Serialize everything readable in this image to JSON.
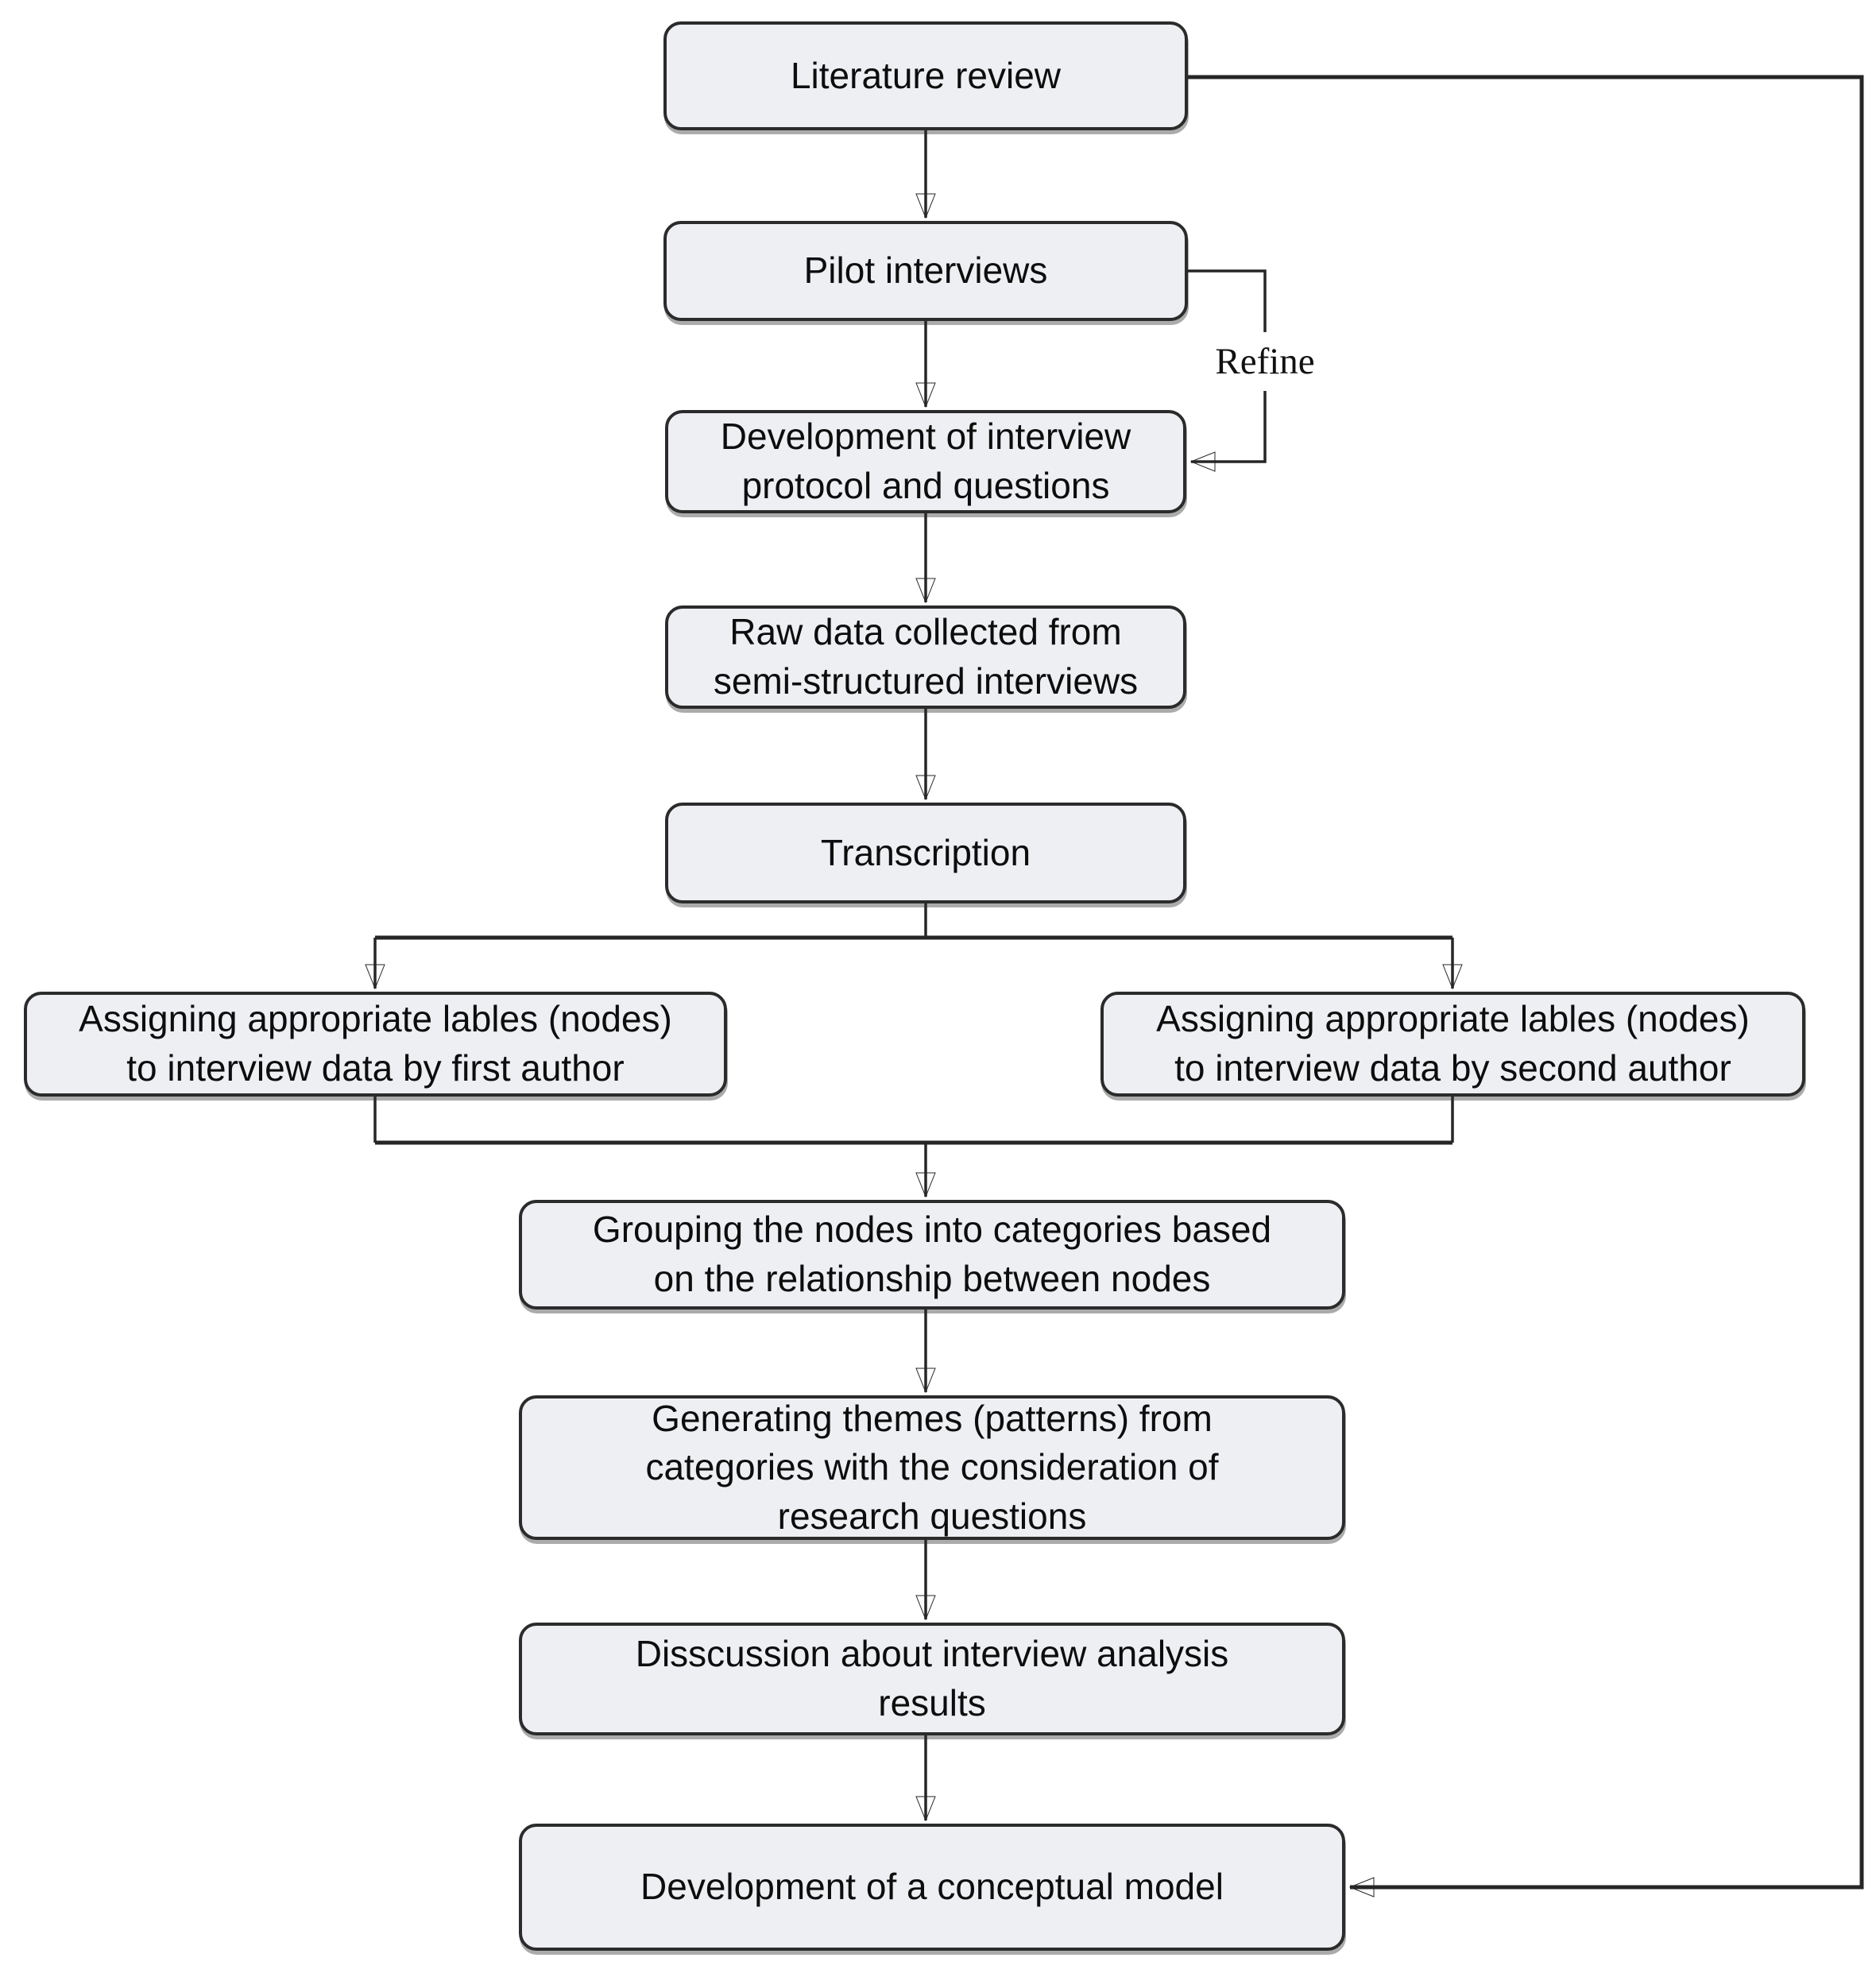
{
  "flowchart": {
    "colors": {
      "background": "#ffffff",
      "node_fill": "#edeff2",
      "node_border": "#2b2b2b",
      "line": "#262626"
    },
    "nodes": {
      "literature_review": {
        "label": "Literature review"
      },
      "pilot_interviews": {
        "label": "Pilot interviews"
      },
      "development_protocol": {
        "label": "Development of interview\nprotocol and questions"
      },
      "raw_data": {
        "label": "Raw data collected from\nsemi-structured interviews"
      },
      "transcription": {
        "label": "Transcription"
      },
      "assign_first": {
        "label": "Assigning appropriate lables (nodes)\nto interview data by first author"
      },
      "assign_second": {
        "label": "Assigning appropriate lables (nodes)\nto interview data by second author"
      },
      "grouping": {
        "label": "Grouping the nodes into categories based\non the relationship between nodes"
      },
      "generating": {
        "label": "Generating themes (patterns) from\ncategories with the consideration of\nresearch questions"
      },
      "discussion": {
        "label": "Disscussion about interview analysis\nresults"
      },
      "conceptual_model": {
        "label": "Development of a conceptual model"
      }
    },
    "edge_labels": {
      "refine": "Refine"
    },
    "edges": [
      {
        "from": "literature_review",
        "to": "pilot_interviews"
      },
      {
        "from": "pilot_interviews",
        "to": "development_protocol"
      },
      {
        "from": "pilot_interviews",
        "to": "development_protocol",
        "label": "Refine",
        "route": "right-side-loop"
      },
      {
        "from": "development_protocol",
        "to": "raw_data"
      },
      {
        "from": "raw_data",
        "to": "transcription"
      },
      {
        "from": "transcription",
        "to": "assign_first"
      },
      {
        "from": "transcription",
        "to": "assign_second"
      },
      {
        "from": "assign_first",
        "to": "grouping"
      },
      {
        "from": "assign_second",
        "to": "grouping"
      },
      {
        "from": "grouping",
        "to": "generating"
      },
      {
        "from": "generating",
        "to": "discussion"
      },
      {
        "from": "discussion",
        "to": "conceptual_model"
      },
      {
        "from": "literature_review",
        "to": "conceptual_model",
        "route": "right-side-long"
      }
    ]
  }
}
